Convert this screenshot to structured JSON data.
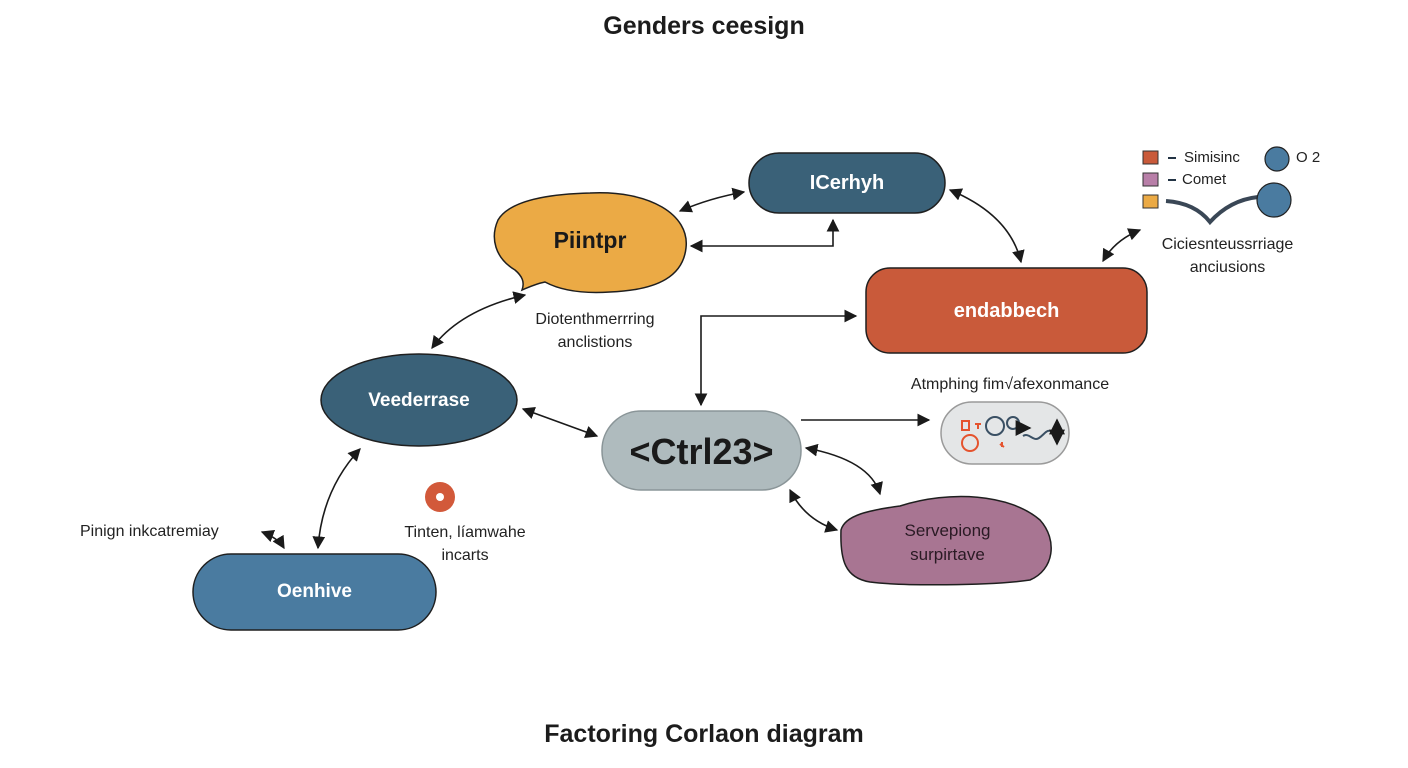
{
  "title": "Genders ceesign",
  "caption": "Factoring Corlaon diagram",
  "colors": {
    "orange": "#EBAA45",
    "teal_dark": "#3A6178",
    "red": "#C95A3A",
    "steel_blue": "#4A7BA0",
    "gray": "#AFBBBE",
    "purple": "#A87592",
    "light_gray": "#E4E6E7",
    "stroke": "#1f1f1f"
  },
  "nodes": {
    "piintpr": "Piintpr",
    "icerhyh": "ICerhyh",
    "endabbech": "endabbech",
    "veederrase": "Veederrase",
    "ctrl23": "<Ctrl23>",
    "oenhive": "Oenhive",
    "servepiong": [
      "Servepiong",
      "surpirtave"
    ]
  },
  "annotations": {
    "diotenth": [
      "Diotenthmerrring",
      "anclistions"
    ],
    "atmphing": "Atmphing fim√afexonmance",
    "pinign": "Pinign inkcatremiay",
    "tinten": [
      "Tinten, líamwahe",
      "incarts"
    ],
    "ciciesn": [
      "Ciciesnteussrriage",
      "anciusions"
    ]
  },
  "legend": {
    "items": [
      {
        "label": "Simisinc",
        "color": "#C95A3A"
      },
      {
        "label": "Comet",
        "color": "#B87FA8"
      },
      {
        "label": "",
        "color": "#EBAA45"
      }
    ],
    "o2_label": "O 2"
  }
}
